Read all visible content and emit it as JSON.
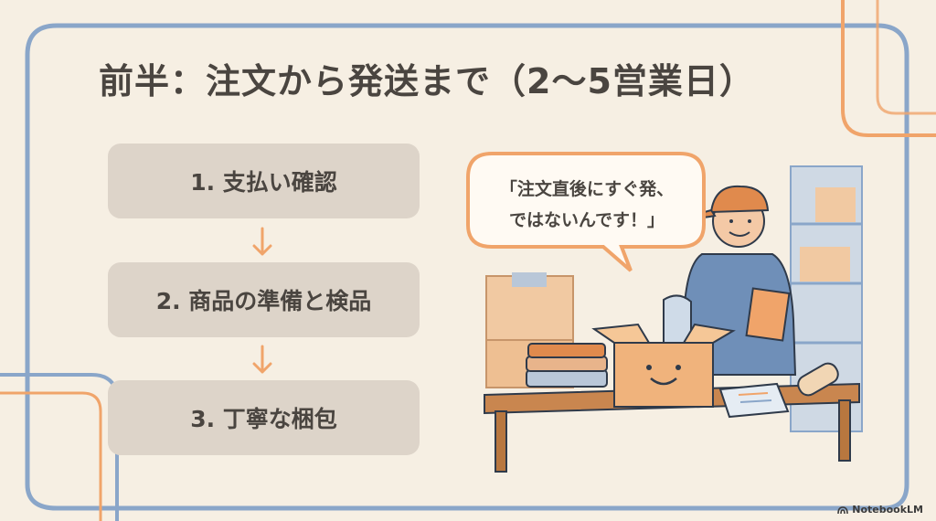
{
  "title": "前半：注文から発送まで（2〜5営業日）",
  "steps": [
    {
      "label": "1. 支払い確認"
    },
    {
      "label": "2. 商品の準備と検品"
    },
    {
      "label": "3. 丁寧な梱包"
    }
  ],
  "speech": {
    "line1": "「注文直後にすぐ発、",
    "line2": "ではないんです！」"
  },
  "brand": "NotebookLM",
  "colors": {
    "background": "#f6efe3",
    "frame_blue": "#8aa6c9",
    "accent_orange": "#f0a46a",
    "step_box": "#ddd4c9",
    "text": "#4a4540"
  }
}
